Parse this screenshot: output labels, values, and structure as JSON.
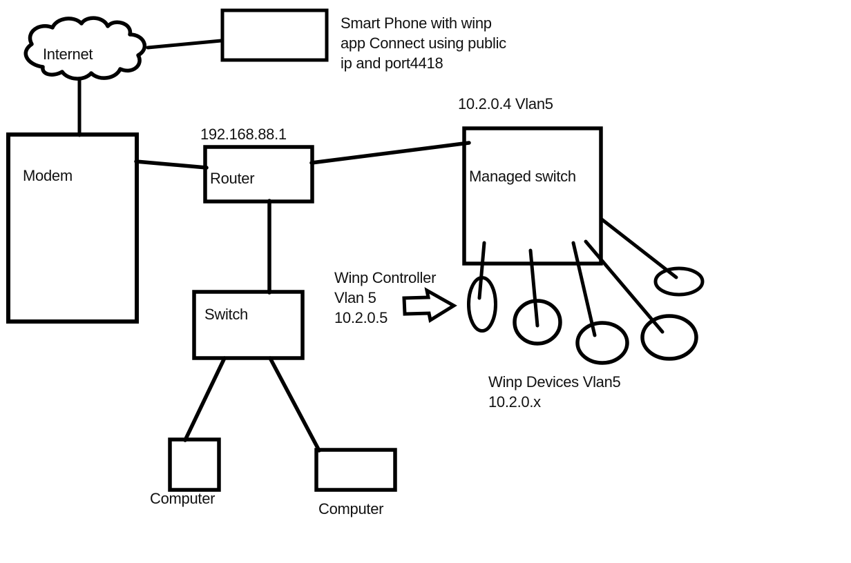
{
  "colors": {
    "ink": "#000000",
    "text": "#111111",
    "background": "#ffffff"
  },
  "diagram": {
    "internet": {
      "label": "Internet"
    },
    "modem": {
      "label": "Modem"
    },
    "router": {
      "label": "Router",
      "ip": "192.168.88.1"
    },
    "managed_switch": {
      "label": "Managed switch",
      "ip": "10.2.0.4 Vlan5"
    },
    "switch": {
      "label": "Switch"
    },
    "computer_left": {
      "label": "Computer"
    },
    "computer_right": {
      "label": "Computer"
    },
    "smartphone_note": {
      "lines": [
        "Smart Phone with winp",
        "app Connect using public",
        "ip and port4418"
      ]
    },
    "winp_controller_note": {
      "lines": [
        "Winp Controller",
        "Vlan 5",
        "10.2.0.5"
      ]
    },
    "winp_devices_note": {
      "lines": [
        "Winp Devices Vlan5",
        "10.2.0.x"
      ]
    }
  }
}
